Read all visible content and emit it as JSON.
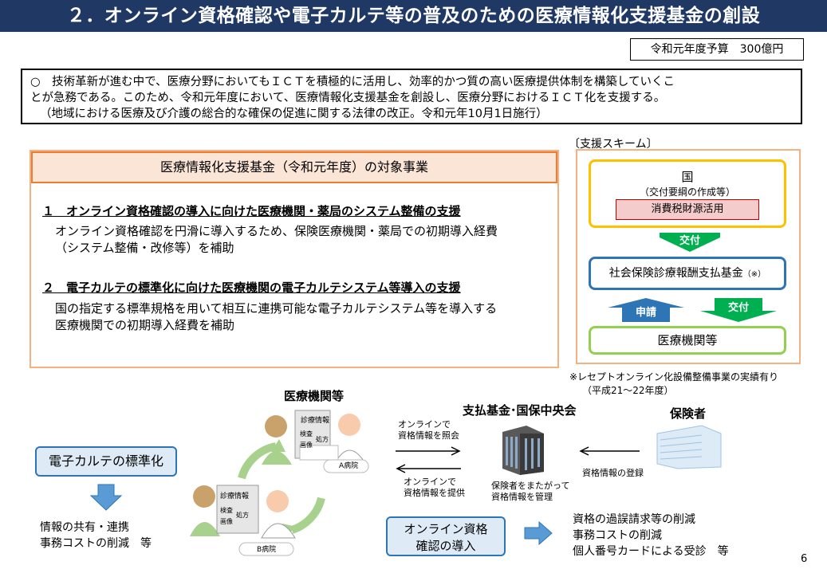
{
  "header": {
    "title": "２．オンライン資格確認や電子カルテ等の普及のための医療情報化支援基金の創設"
  },
  "budget": "令和元年度予算　300億円",
  "intro": {
    "line1": "○　技術革新が進む中で、医療分野においてもＩＣＴを積極的に活用し、効率的かつ質の高い医療提供体制を構築していくこ",
    "line2": "とが急務である。このため、令和元年度において、医療情報化支援基金を創設し、医療分野におけるＩＣＴ化を支援する。",
    "line3": "（地域における医療及び介護の総合的な確保の促進に関する法律の改正。令和元年10月1日施行）"
  },
  "target": {
    "heading": "医療情報化支援基金（令和元年度）の対象事業",
    "items": [
      {
        "title": "１　オンライン資格確認の導入に向けた医療機関・薬局のシステム整備の支援",
        "body1": "オンライン資格確認を円滑に導入するため、保険医療機関・薬局での初期導入経費",
        "body2": "（システム整備・改修等）を補助"
      },
      {
        "title": "２　電子カルテの標準化に向けた医療機関の電子カルテシステム等導入の支援",
        "body1": "国の指定する標準規格を用いて相互に連携可能な電子カルテシステム等を導入する",
        "body2": "医療機関での初期導入経費を補助"
      }
    ]
  },
  "scheme": {
    "label": "〔支援スキーム〕",
    "kuni": "国",
    "kuni_sub": "（交付要綱の作成等）",
    "tax": "消費税財源活用",
    "arrow_kofu": "交付",
    "fund": "社会保険診療報酬支払基金",
    "fund_note": "（※）",
    "arrow_shinsei": "申請",
    "arrow_kofu2": "交付",
    "iryo": "医療機関等",
    "note1": "※レセプトオンライン化設備整備事業の実績有り",
    "note2": "（平成21～22年度）"
  },
  "bottom": {
    "iryo_label": "医療機関等",
    "ehr_box": "電子カルテの標準化",
    "share1": "情報の共有・連携",
    "share2": "事務コストの削減　等",
    "screen_a_title": "診療情報",
    "screen_a_k1": "検査",
    "screen_a_k2": "処方",
    "screen_a_k3": "画像",
    "hospital_a": "A病院",
    "screen_b_title": "診療情報",
    "screen_b_k1": "検査",
    "screen_b_k2": "処方",
    "screen_b_k3": "画像",
    "hospital_b": "B病院",
    "online_query1": "オンラインで",
    "online_query2": "資格情報を照会",
    "online_provide1": "オンラインで",
    "online_provide2": "資格情報を提供",
    "fund_center": "支払基金･国保中央会",
    "manage1": "保険者をまたがって",
    "manage2": "資格情報を管理",
    "insurer": "保険者",
    "register": "資格情報の登録",
    "online_box1": "オンライン資格",
    "online_box2": "確認の導入",
    "effect1": "資格の過誤請求等の削減",
    "effect2": "事務コストの削減",
    "effect3": "個人番号カードによる受診　等"
  },
  "page_number": "6",
  "colors": {
    "header": "#1f3864",
    "accent_orange": "#ed7d31",
    "accent_blue": "#2e75b6",
    "accent_green": "#00b050",
    "accent_yellow": "#ffc000"
  }
}
